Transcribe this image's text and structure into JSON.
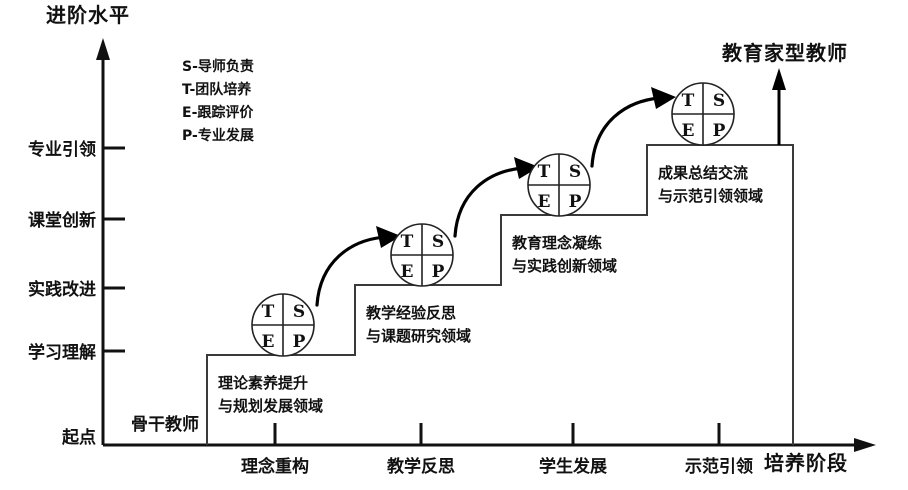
{
  "diagram": {
    "y_axis_title": "进阶水平",
    "x_axis_title": "培养阶段",
    "origin_label": "起点",
    "start_label": "骨干教师",
    "top_label": "教育家型教师",
    "y_ticks": [
      "专业引领",
      "课堂创新",
      "实践改进",
      "学习理解"
    ],
    "x_ticks": [
      "理念重构",
      "教学反思",
      "学生发展",
      "示范引领"
    ],
    "legend": [
      {
        "key": "S",
        "text": "S-导师负责"
      },
      {
        "key": "T",
        "text": "T-团队培养"
      },
      {
        "key": "E",
        "text": "E-跟踪评价"
      },
      {
        "key": "P",
        "text": "P-专业发展"
      }
    ],
    "node_letters": {
      "tl": "T",
      "tr": "S",
      "bl": "E",
      "br": "P"
    },
    "steps": [
      {
        "caption_line1": "理论素养提升",
        "caption_line2": "与规划发展领域"
      },
      {
        "caption_line1": "教学经验反思",
        "caption_line2": "与课题研究领域"
      },
      {
        "caption_line1": "教育理念凝练",
        "caption_line2": "与实践创新领域"
      },
      {
        "caption_line1": "成果总结交流",
        "caption_line2": "与示范引领领域"
      }
    ],
    "colors": {
      "ink": "#111111",
      "stair": "#3a3a3a",
      "bg": "#ffffff"
    }
  }
}
